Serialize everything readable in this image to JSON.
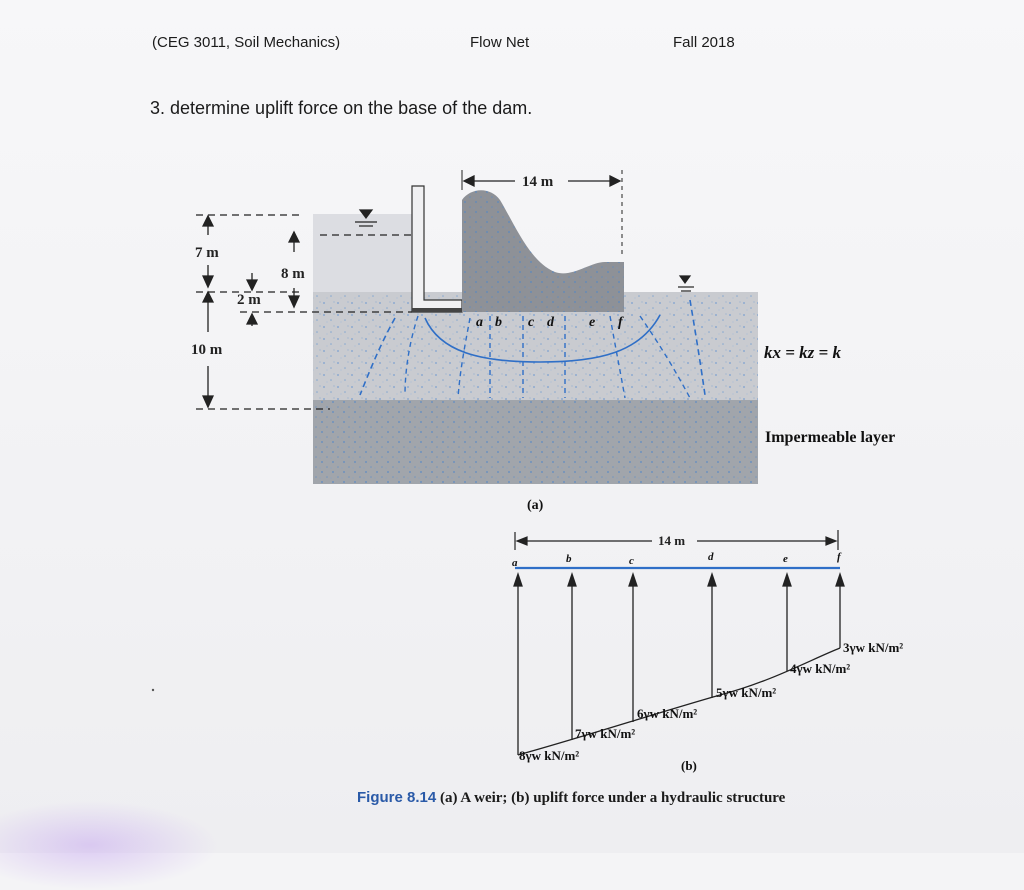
{
  "header": {
    "course": "(CEG 3011, Soil Mechanics)",
    "topic": "Flow Net",
    "term": "Fall 2018"
  },
  "question": "3. determine uplift force on the base of the dam.",
  "figure_a": {
    "dim_width": "14 m",
    "dim_7m": "7 m",
    "dim_8m": "8 m",
    "dim_2m": "2 m",
    "dim_10m": "10 m",
    "points": [
      "a",
      "b",
      "c",
      "d",
      "e",
      "f"
    ],
    "permeability": "kx = kz = k",
    "layer_label": "Impermeable layer",
    "sub_label": "(a)"
  },
  "figure_b": {
    "dim_width": "14 m",
    "points": [
      "a",
      "b",
      "c",
      "d",
      "e",
      "f"
    ],
    "pressures": [
      "8γw kN/m²",
      "7γw kN/m²",
      "6γw kN/m²",
      "5γw kN/m²",
      "4γw kN/m²",
      "3γw kN/m²"
    ],
    "sub_label": "(b)"
  },
  "caption": {
    "number": "Figure 8.14",
    "text": "(a) A weir; (b) uplift force under a hydraulic structure"
  },
  "colors": {
    "water": "#dcdde2",
    "soil": "#c7c9ce",
    "impermeable": "#9ea2a8",
    "structure": "#8d9096",
    "speckle": "#5a8fd0",
    "flow_line": "#2f6fc7",
    "caption_blue": "#2a5aa8"
  }
}
